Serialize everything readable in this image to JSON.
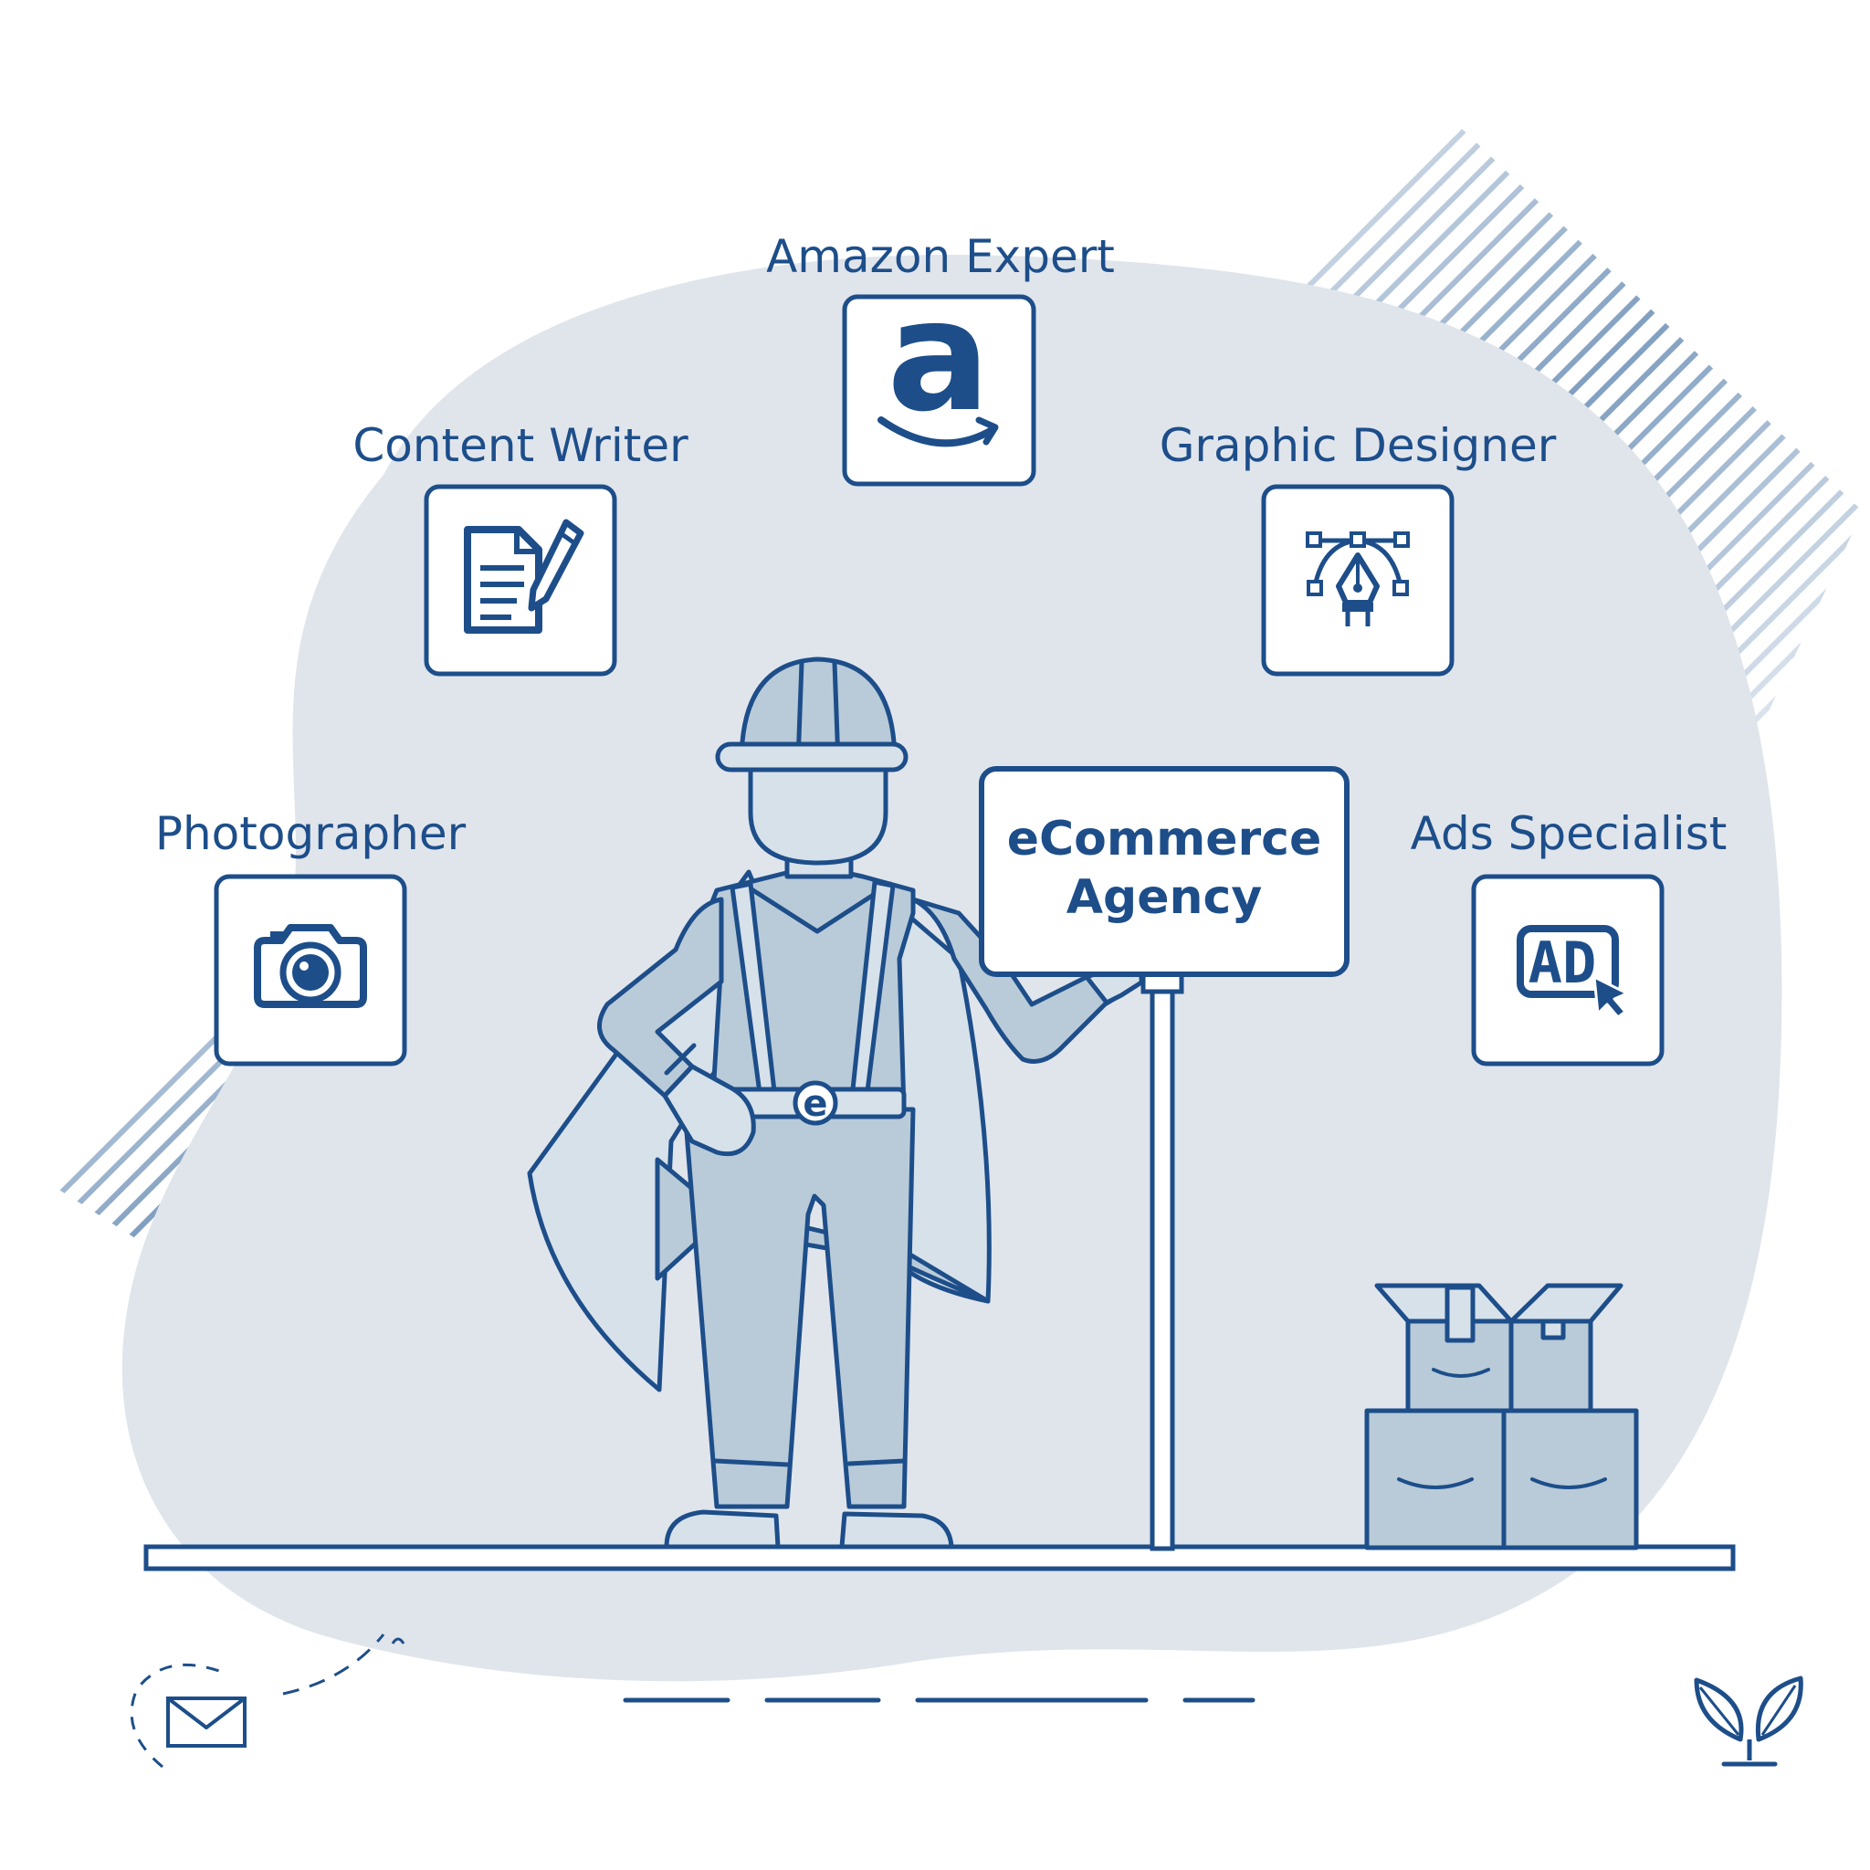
{
  "roles": {
    "amazon_expert": "Amazon Expert",
    "content_writer": "Content Writer",
    "graphic_designer": "Graphic Designer",
    "photographer": "Photographer",
    "ads_specialist": "Ads Specialist"
  },
  "sign": {
    "line1": "eCommerce",
    "line2": "Agency"
  },
  "icon_text": {
    "amazon_letter": "a",
    "ad": "AD",
    "belt_letter": "e"
  },
  "icons": {
    "amazon": "amazon-logo-icon",
    "content_writer": "document-pencil-icon",
    "graphic_designer": "pen-tool-bezier-icon",
    "photographer": "camera-icon",
    "ads_specialist": "ad-cursor-icon",
    "mail": "envelope-icon",
    "plant": "leaf-sprout-icon"
  },
  "colors": {
    "primary": "#1d4e8a",
    "blob": "#e0e5ec",
    "body_fill": "#b9cbd8",
    "background": "#ffffff"
  }
}
